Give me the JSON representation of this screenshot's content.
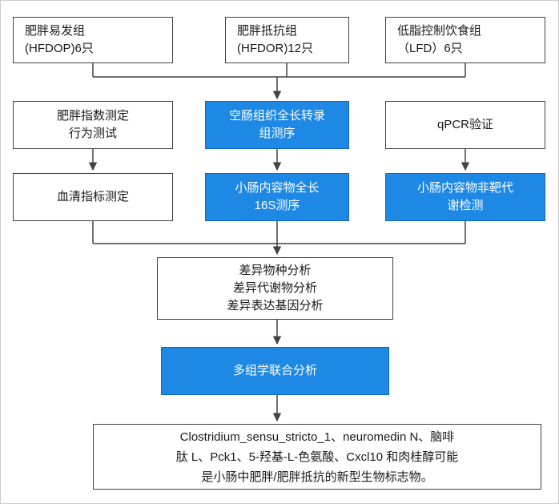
{
  "colors": {
    "blue_fill": "#1e88e5",
    "blue_border": "#1565c0",
    "box_border": "#424242",
    "text_color": "#1a1a1a",
    "arrow_color": "#424242"
  },
  "nodes": [
    {
      "id": "hfdop-group",
      "style": "white",
      "lines": [
        "肥胖易发组",
        "(HFDOP)6只"
      ]
    },
    {
      "id": "hfdor-group",
      "style": "white",
      "lines": [
        "肥胖抵抗组",
        "(HFDOR)12只"
      ]
    },
    {
      "id": "lfd-group",
      "style": "white",
      "lines": [
        "低脂控制饮食组",
        "（LFD）6只"
      ]
    },
    {
      "id": "obesity-index-behavior",
      "style": "white",
      "lines": [
        "肥胖指数测定",
        "行为测试"
      ]
    },
    {
      "id": "jejunum-transcriptome",
      "style": "blue",
      "lines": [
        "空肠组织全长转录",
        "组测序"
      ]
    },
    {
      "id": "qpcr-validation",
      "style": "white",
      "lines": [
        "qPCR验证"
      ]
    },
    {
      "id": "serum-indicators",
      "style": "white",
      "lines": [
        "血清指标测定"
      ]
    },
    {
      "id": "full-length-16s",
      "style": "blue",
      "lines": [
        "小肠内容物全长",
        "16S测序"
      ]
    },
    {
      "id": "untargeted-metabolomics",
      "style": "blue",
      "lines": [
        "小肠内容物非靶代",
        "谢检测"
      ]
    },
    {
      "id": "differential-analysis",
      "style": "white",
      "lines": [
        "差异物种分析",
        "差异代谢物分析",
        "差异表达基因分析"
      ]
    },
    {
      "id": "multi-omics-analysis",
      "style": "blue",
      "lines": [
        "多组学联合分析"
      ]
    },
    {
      "id": "conclusion-biomarkers",
      "style": "white",
      "lines": [
        "Clostridium_sensu_stricto_1、neuromedin N、脑啡",
        "肽 L、Pck1、5-羟基-L-色氨酸、Cxcl10 和肉桂醇可能",
        "是小肠中肥胖/肥胖抵抗的新型生物标志物。"
      ]
    }
  ]
}
